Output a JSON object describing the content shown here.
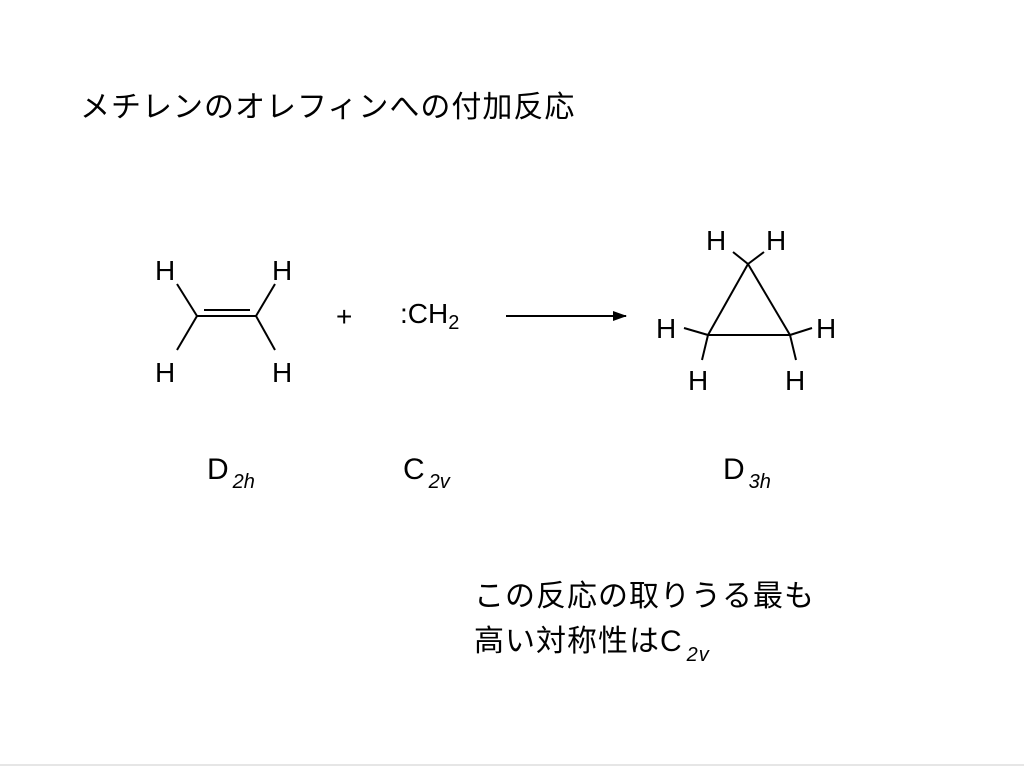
{
  "slide": {
    "title": "メチレンのオレフィンへの付加反応",
    "atom_symbol": "H",
    "plus_sign": "+",
    "reagent": {
      "prefix": ":CH",
      "subscript": "2"
    },
    "point_groups": {
      "ethylene": {
        "main": "D",
        "sub": "2h"
      },
      "methylene": {
        "main": "C",
        "sub": "2v"
      },
      "cyclopropane": {
        "main": "D",
        "sub": "3h"
      }
    },
    "conclusion": {
      "line1": "この反応の取りうる最も",
      "line2_text": "高い対称性は",
      "line2_main": "C",
      "line2_sub": "2v"
    }
  }
}
